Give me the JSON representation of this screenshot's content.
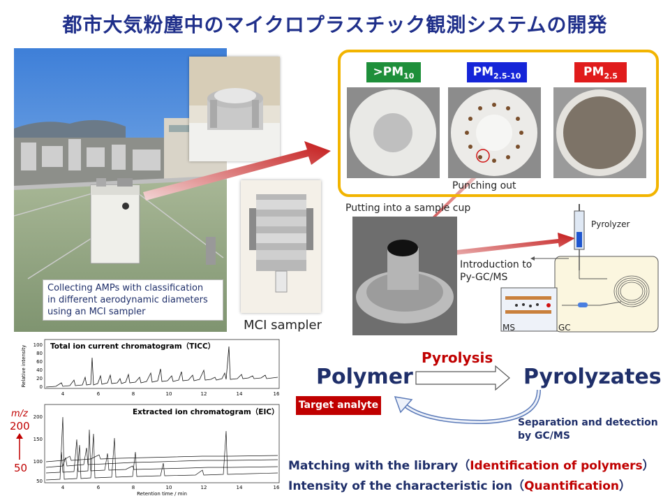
{
  "title": "都市大気粉塵中のマイクロプラスチック観測システムの開発",
  "collection": {
    "caption_lines": [
      "Collecting AMPs with classification",
      "in different aerodynamic diameters",
      "using an MCI sampler"
    ],
    "mci_label": "MCI sampler"
  },
  "fractions": [
    {
      "label": ">PM",
      "sub": "10",
      "color": "#1e8f3a"
    },
    {
      "label": "PM",
      "sub": "2.5-10",
      "color": "#1525d8"
    },
    {
      "label": "PM",
      "sub": "2.5",
      "color": "#e01b1b"
    }
  ],
  "steps": {
    "punching": "Punching out",
    "putting": "Putting into a sample cup",
    "introduction_lines": [
      "Introduction  to",
      "Py-GC/MS"
    ],
    "pyrolyzer": "Pyrolyzer",
    "ms": "MS",
    "gc": "GC"
  },
  "analysis": {
    "polymer": "Polymer",
    "pyrolyzates": "Pyrolyzates",
    "pyrolysis": "Pyrolysis",
    "target": "Target analyte",
    "separation_lines": [
      "Separation and detection",
      "by GC/MS"
    ]
  },
  "matching": {
    "line1_prefix": "Matching  with  the  library（",
    "line1_highlight": "Identification  of  polymers",
    "line1_suffix": "）",
    "line2_prefix": "Intensity  of  the  characteristic  ion（",
    "line2_highlight": "Quantification",
    "line2_suffix": "）"
  },
  "chromatograms": {
    "ticc_title": "Total ion current chromatogram（TICC）",
    "ticc_ylabel": "Relative intensity",
    "ticc_yticks": [
      "100",
      "80",
      "60",
      "40",
      "20",
      "0"
    ],
    "eic_title": "Extracted ion chromatogram（EIC）",
    "eic_yticks": [
      "200",
      "150",
      "100",
      "50"
    ],
    "xticks": [
      "4",
      "6",
      "8",
      "10",
      "12",
      "14",
      "16"
    ],
    "xlabel": "Retention time / min",
    "mz_label": "m/z",
    "mz_high": "200",
    "mz_low": "50"
  }
}
